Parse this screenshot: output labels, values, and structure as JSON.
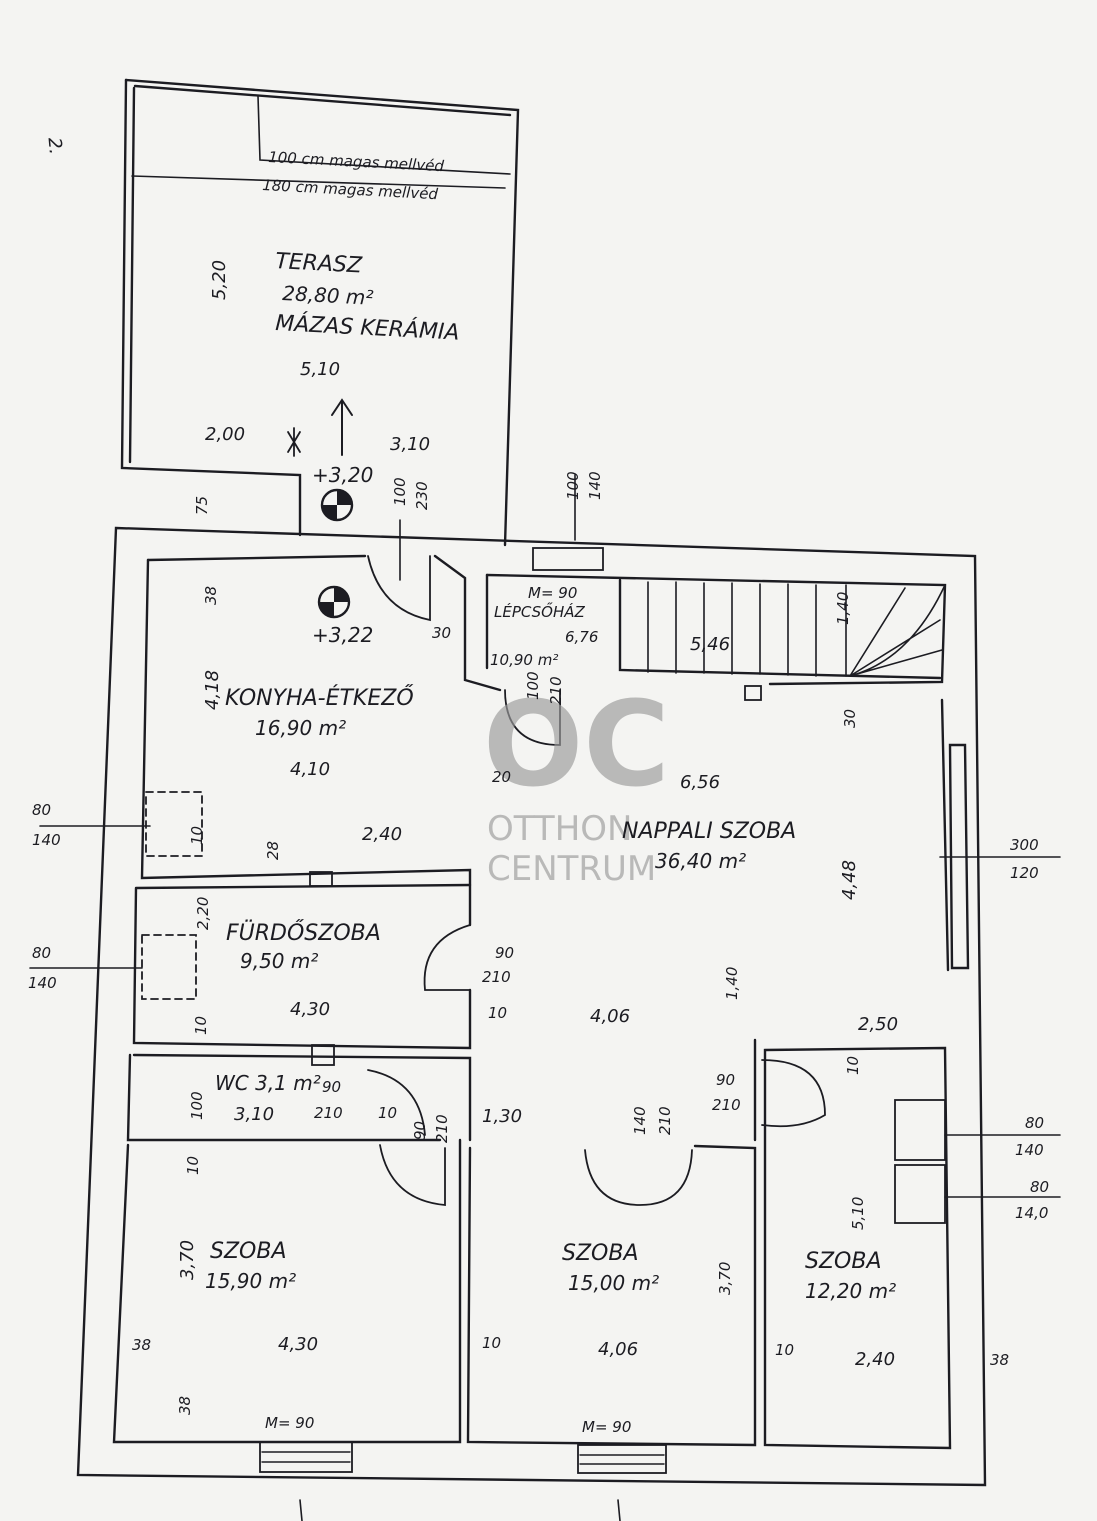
{
  "corner_mark": "2.",
  "terrace": {
    "label": "TERASZ",
    "area": "28,80 m²",
    "material": "MÁZAS KERÁMIA",
    "note_100": "100 cm magas mellvéd",
    "note_180": "180 cm magas mellvéd",
    "dim_520": "5,20",
    "dim_510": "5,10",
    "dim_200": "2,00",
    "dim_310": "3,10",
    "level": "+3,20",
    "dim_75": "75",
    "door_dim_top": "100",
    "door_dim_bottom": "230"
  },
  "stair_window": {
    "top": "100",
    "bottom": "140"
  },
  "stairwell": {
    "label": "LÉPCSŐHÁZ",
    "area": "10,90 m²",
    "m_label": "M= 90",
    "dim_676": "6,76",
    "dim_546": "5,46",
    "dim_140": "1,40",
    "dim_30a": "30",
    "dim_30b": "30",
    "door_top": "100",
    "door_bottom": "210"
  },
  "kitchen": {
    "label": "KONYHA-ÉTKEZŐ",
    "area": "16,90 m²",
    "level": "+3,22",
    "dim_38": "38",
    "dim_418": "4,18",
    "dim_410": "4,10",
    "dim_20": "20",
    "dim_240": "2,40",
    "dim_28": "28",
    "dim_10": "10"
  },
  "living": {
    "label": "NAPPALI SZOBA",
    "area": "36,40 m²",
    "dim_656": "6,56",
    "dim_448": "4,48",
    "dim_406": "4,06",
    "dim_140": "1,40",
    "dim_250": "2,50",
    "dim_10": "10",
    "dim_130": "1,30"
  },
  "bathroom": {
    "label": "FÜRDŐSZOBA",
    "area": "9,50 m²",
    "dim_220": "2,20",
    "dim_430": "4,30",
    "dim_10a": "10",
    "dim_10b": "10",
    "door_top": "90",
    "door_bottom": "210"
  },
  "wc": {
    "label": "WC 3,1 m²",
    "dim_310": "3,10",
    "dim_100": "100",
    "door_top": "90",
    "door_bottom": "210",
    "dim_10": "10",
    "door2_top": "90",
    "door2_bottom": "210"
  },
  "room1": {
    "label": "SZOBA",
    "area": "15,90 m²",
    "dim_370": "3,70",
    "dim_430": "4,30",
    "dim_38a": "38",
    "dim_38b": "38",
    "dim_10": "10",
    "m_label": "M= 90"
  },
  "room2": {
    "label": "SZOBA",
    "area": "15,00 m²",
    "dim_370": "3,70",
    "dim_406": "4,06",
    "dim_10": "10",
    "m_label": "M= 90",
    "door_top": "140",
    "door_bottom": "210"
  },
  "room3": {
    "label": "SZOBA",
    "area": "12,20 m²",
    "dim_510": "5,10",
    "dim_240": "2,40",
    "dim_10": "10",
    "dim_38": "38",
    "door_top": "90",
    "door_bottom": "210",
    "dim_10b": "10"
  },
  "windows": {
    "kitchen_top": "80",
    "kitchen_bottom": "140",
    "bath_top": "80",
    "bath_bottom": "140",
    "living_top": "300",
    "living_bottom": "120",
    "room3a_top": "80",
    "room3a_bottom": "140",
    "room3b_top": "80",
    "room3b_bottom": "14,0"
  },
  "watermark": {
    "logo": "OC",
    "line1": "OTTHON",
    "line2": "CENTRUM"
  },
  "colors": {
    "ink": "#1c1c22",
    "paper": "#f4f4f2",
    "watermark": "#9a9a9a"
  }
}
